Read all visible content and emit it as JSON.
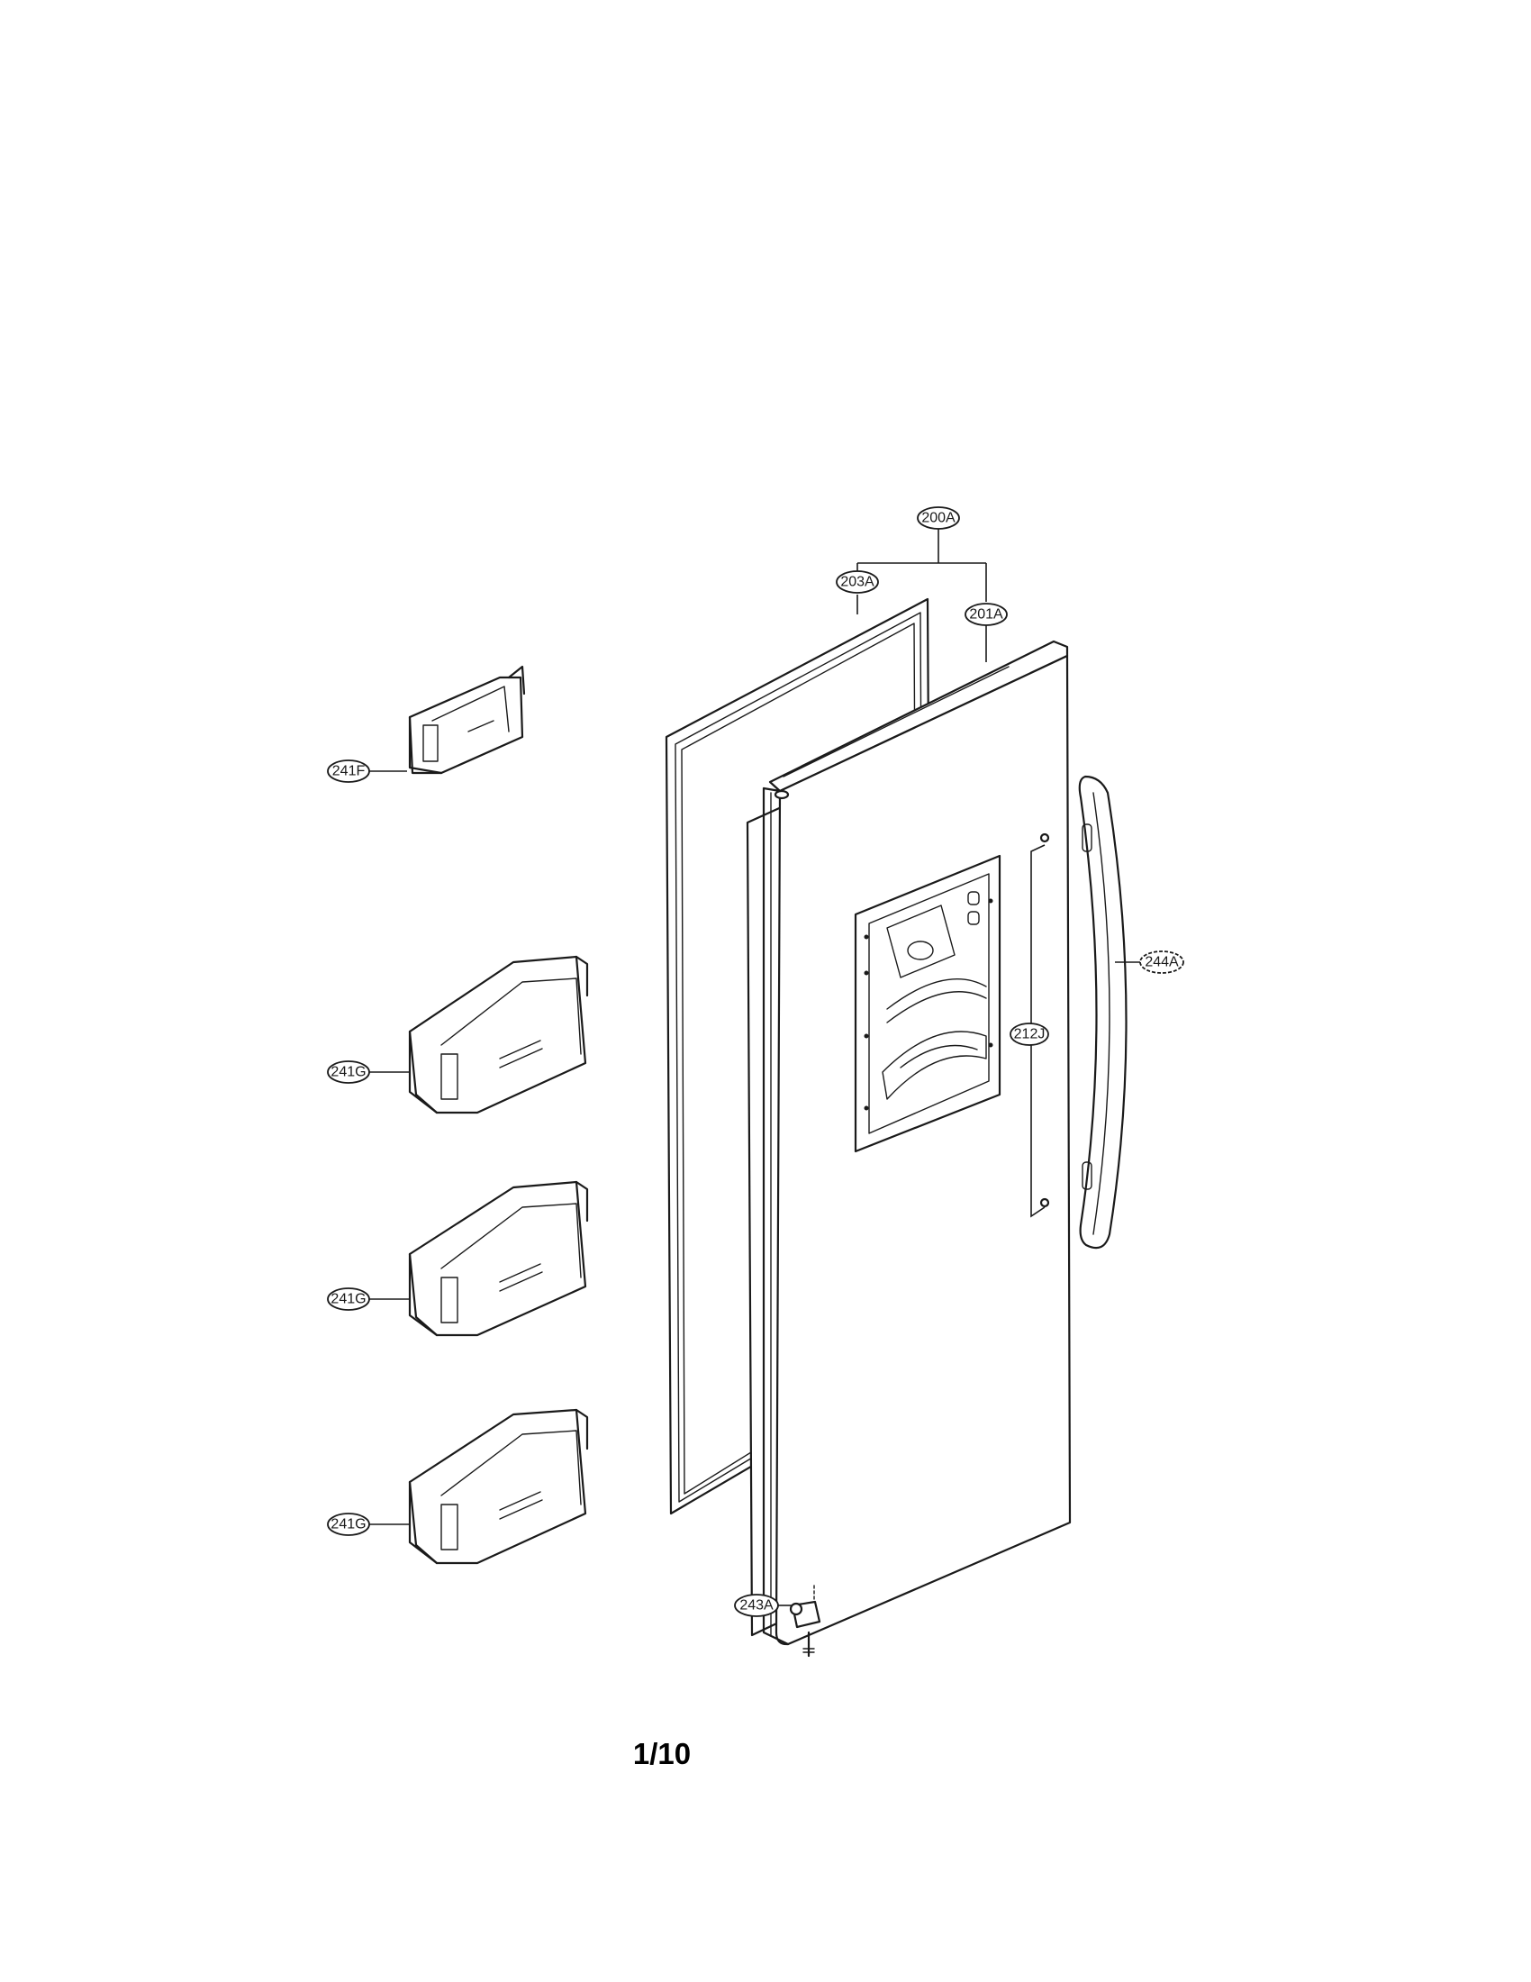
{
  "labels": {
    "door_assembly": "200A",
    "gasket": "203A",
    "door_foam": "201A",
    "basket_small": "241F",
    "basket_1": "241G",
    "basket_2": "241G",
    "basket_3": "241G",
    "handle": "244A",
    "dispenser_cover": "212J",
    "hinge": "243A"
  },
  "page_number": "1/10"
}
